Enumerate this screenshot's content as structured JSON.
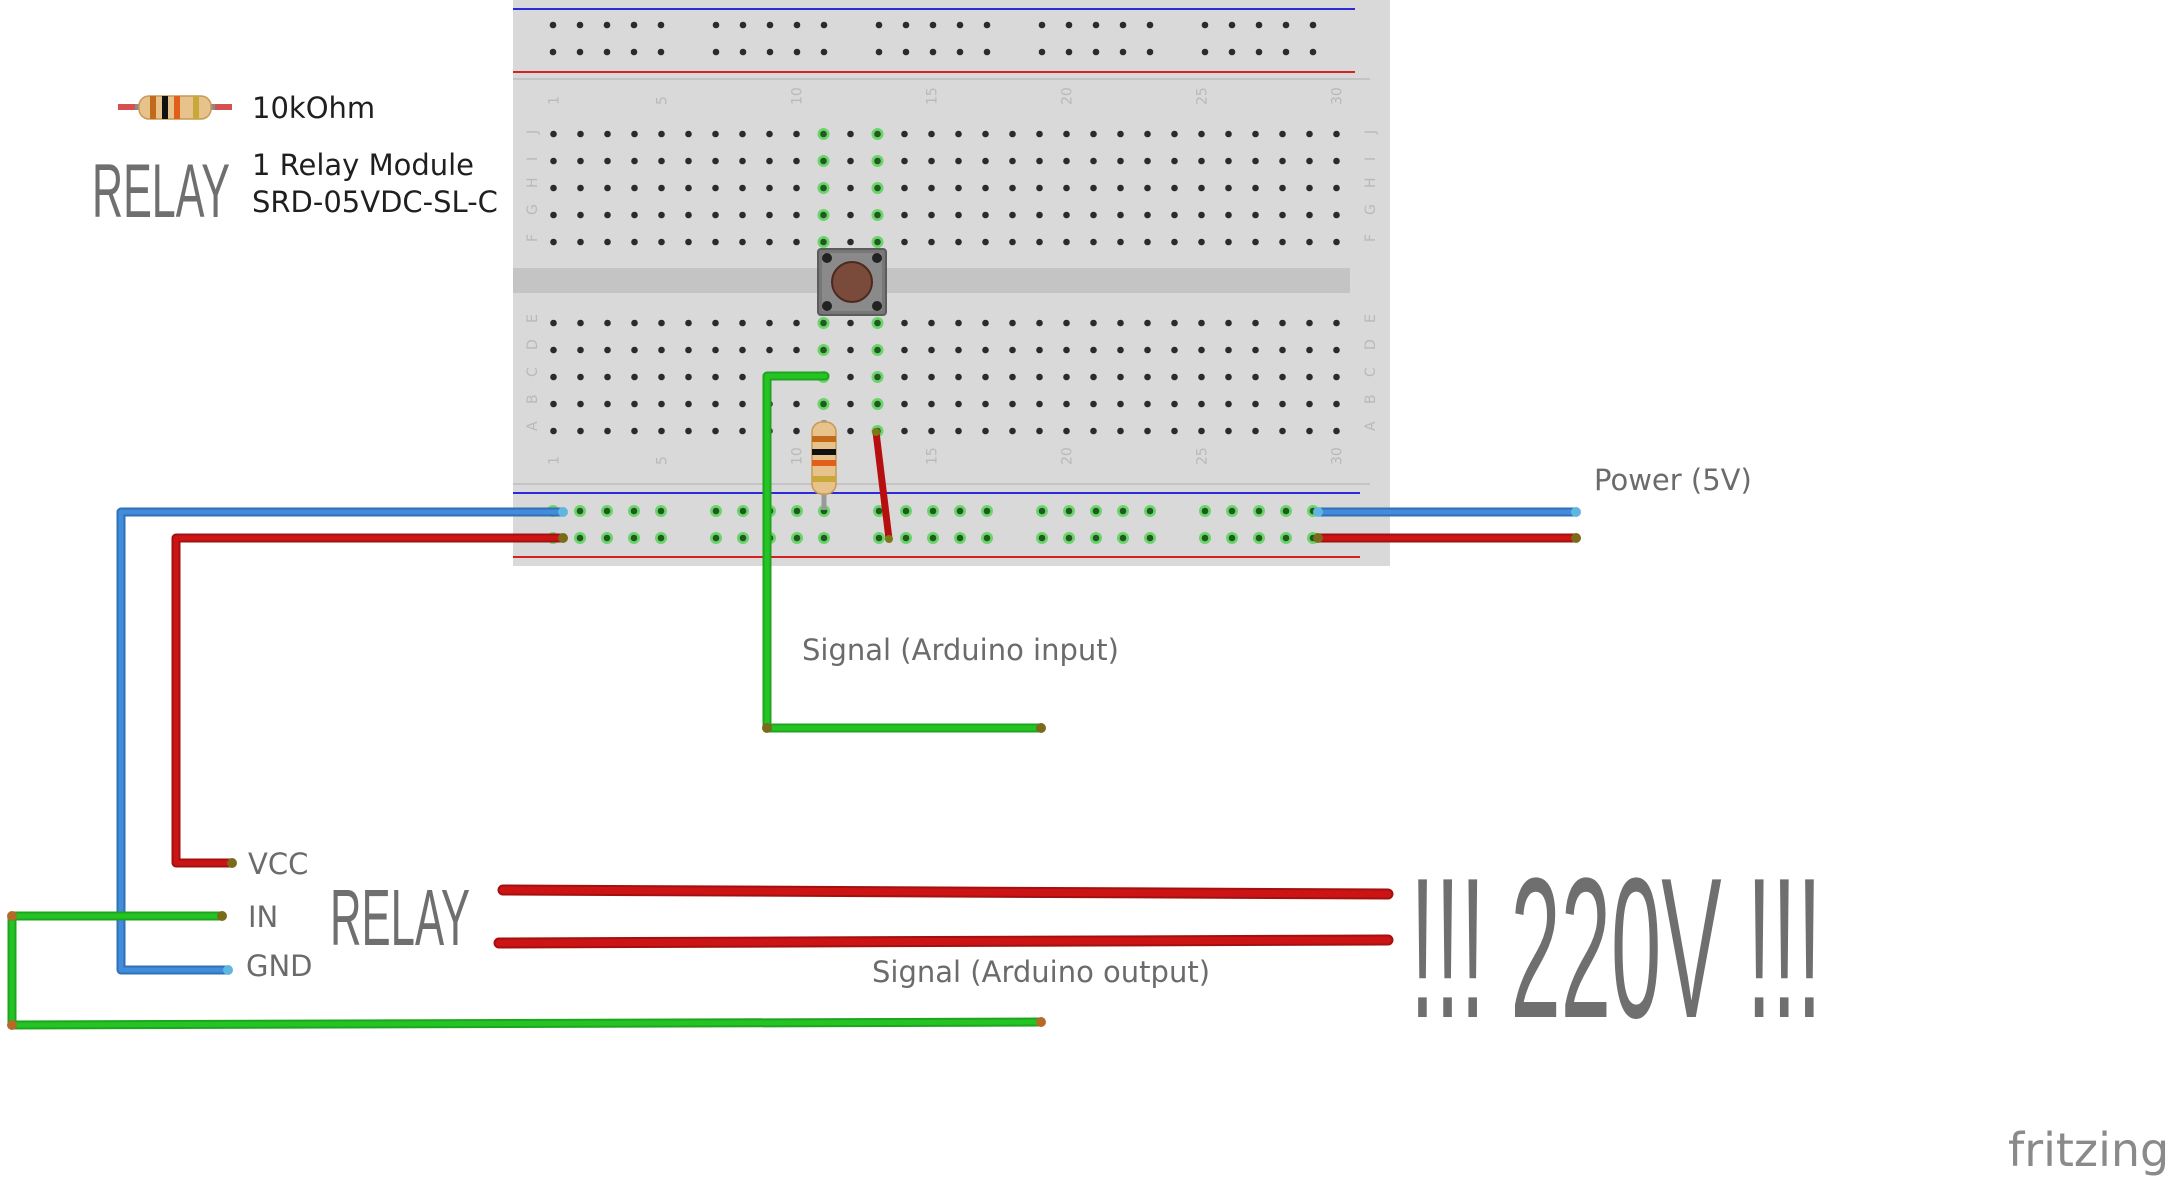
{
  "legend": {
    "resistor_label": "10kOhm",
    "relay_logo": "RELAY",
    "relay_line1": "1 Relay Module",
    "relay_line2": "SRD-05VDC-SL-C"
  },
  "labels": {
    "power": "Power (5V)",
    "signal_input": "Signal (Arduino input)",
    "signal_output": "Signal (Arduino output)",
    "warning": "!!! 220V !!!",
    "relay_logo": "RELAY",
    "vcc": "VCC",
    "in": "IN",
    "gnd": "GND"
  },
  "breadboard": {
    "column_numbers": [
      "1",
      "5",
      "10",
      "15",
      "20",
      "25",
      "30"
    ],
    "top_rows": [
      "J",
      "I",
      "H",
      "G",
      "F"
    ],
    "bottom_rows": [
      "E",
      "D",
      "C",
      "B",
      "A"
    ]
  },
  "watermark": "fritzing",
  "colors": {
    "wire_blue": "#418dd9",
    "wire_red": "#cc1414",
    "wire_green": "#25c425",
    "board": "#d9d9d9",
    "rail_blue": "#2b2bd8",
    "rail_red": "#d62121",
    "active_hole": "#4fd24f"
  }
}
